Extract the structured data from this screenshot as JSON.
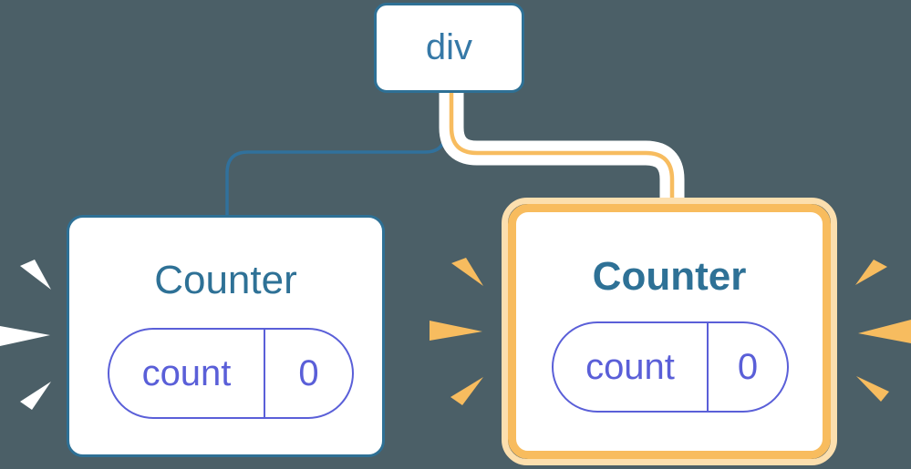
{
  "diagram": {
    "root_node": {
      "label": "div"
    },
    "nodes": [
      {
        "label": "Counter",
        "state": {
          "key": "count",
          "value": "0"
        },
        "highlighted": false
      },
      {
        "label": "Counter",
        "state": {
          "key": "count",
          "value": "0"
        },
        "highlighted": true
      }
    ]
  },
  "colors": {
    "background": "#4B5F67",
    "node_border_blue": "#2E7095",
    "root_label_blue": "#3679A7",
    "counter_title_blue": "#2E7196",
    "state_pill_purple": "#5A5FD8",
    "edge_blue": "#31719C",
    "edge_yellow": "#F7BC5F",
    "highlight_ring_orange": "#F8BC5E",
    "highlight_ring_light_orange": "#FCDFAE",
    "burst_white": "#FFFFFF",
    "burst_orange": "#F7BC5F",
    "card_background": "#FFFFFF"
  }
}
